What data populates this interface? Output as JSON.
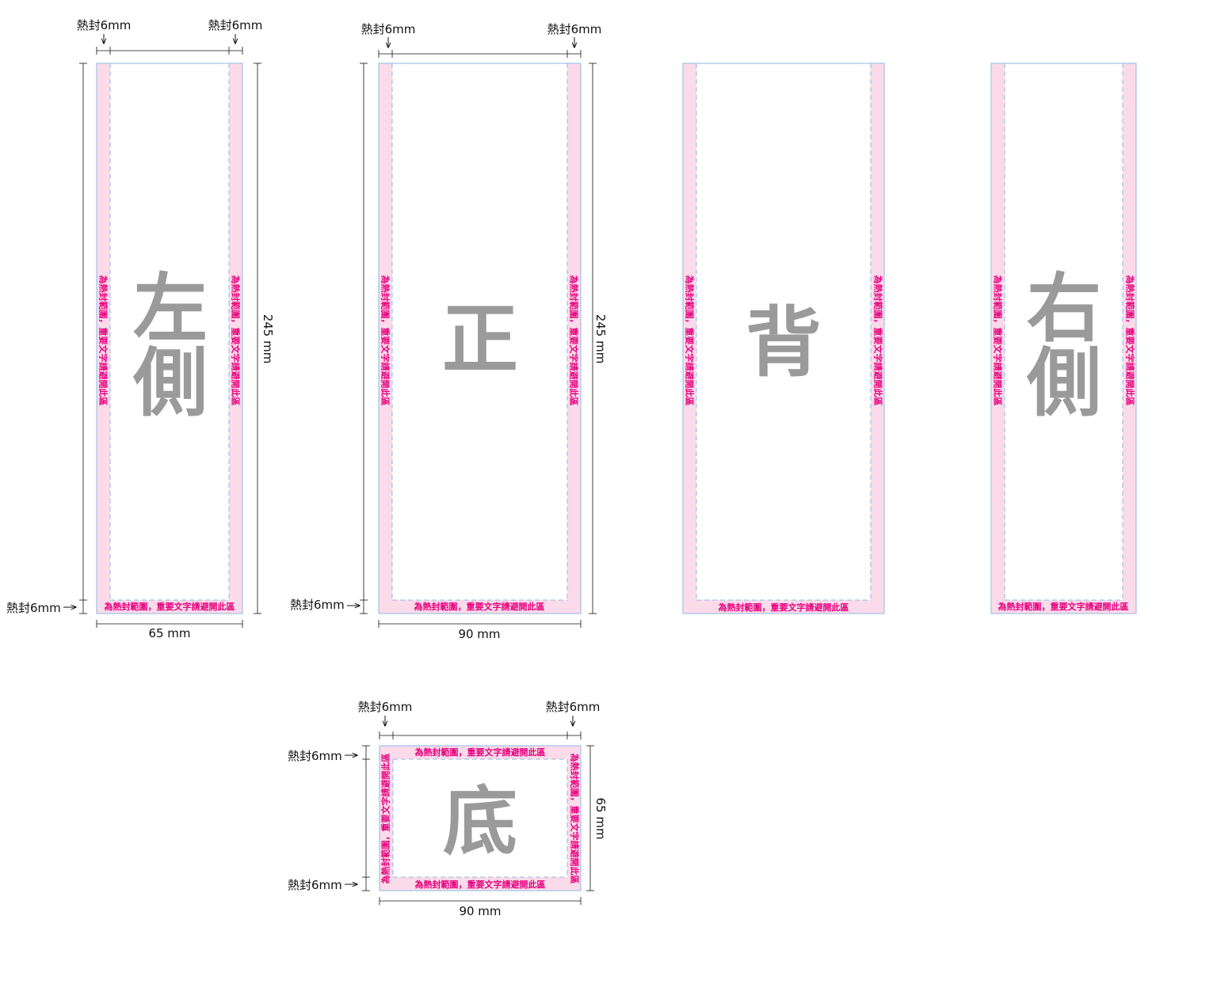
{
  "labels": {
    "seal_6mm": "熱封6mm",
    "warning": "為熱封範圍，重要文字請避開此區",
    "dim_65": "65 mm",
    "dim_90": "90 mm",
    "dim_245": "245 mm"
  },
  "panels": {
    "left_side": {
      "line1": "左",
      "line2": "側"
    },
    "front": {
      "label": "正"
    },
    "back": {
      "label": "背"
    },
    "right_side": {
      "line1": "右",
      "line2": "側"
    },
    "bottom": {
      "label": "底"
    }
  },
  "colors": {
    "seal_fill": "#fbdbe9",
    "warning_text": "#e6007e",
    "outline": "#8fb8e6",
    "panel_label": "#9a9a9a"
  }
}
